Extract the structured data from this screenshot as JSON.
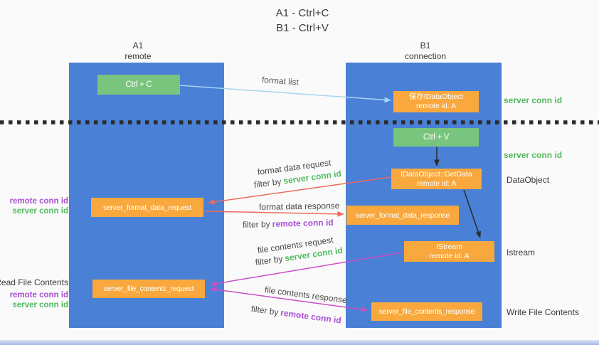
{
  "title": {
    "line1": "A1 - Ctrl+C",
    "line2": "B1 - Ctrl+V"
  },
  "columns": {
    "a1": {
      "name": "A1",
      "subtitle": "remote"
    },
    "b1": {
      "name": "B1",
      "subtitle": "connection"
    }
  },
  "boxes": {
    "ctrl_c": "Ctrl + C",
    "save_idataobject_line1": "保存IDataObject",
    "save_idataobject_line2": "remote id: A",
    "ctrl_v": "Ctrl + V",
    "getdata_line1": "IDataObject::GetData",
    "getdata_line2": "remote id: A",
    "server_format_data_request": "server_format_data_request",
    "server_format_data_response": "server_format_data_response",
    "istream_line1": "IStream",
    "istream_line2": "remote id: A",
    "server_file_contents_request": "server_file_contents_request",
    "server_file_contents_response": "server_file_contents_response"
  },
  "arrow_labels": {
    "format_list": "format list",
    "format_data_request": "format data request",
    "format_data_response": "format data response",
    "file_contents_request": "file contents request",
    "file_contents_response": "file contents response",
    "filter_by": "filter by",
    "server_conn_id": "server conn id",
    "remote_conn_id": "remote conn id"
  },
  "side_labels": {
    "server_conn_id_top": "server conn id",
    "server_conn_id_mid": "server conn id",
    "dataobject": "DataObject",
    "istream": "Istream",
    "write_file_contents": "Write File Contents",
    "read_file_contents": "Read File Contents",
    "remote_conn_id": "remote conn id",
    "server_conn_id": "server conn id"
  },
  "colors": {
    "lifeline_blue": "#4a80d6",
    "green_box": "#79c57e",
    "orange_box": "#f8a83d",
    "green_text": "#52ba5e",
    "purple_text": "#a94fd2",
    "red_arrow": "#ee6a5e",
    "magenta_arrow": "#c94fc4",
    "light_blue_arrow": "#a8d4f2"
  }
}
